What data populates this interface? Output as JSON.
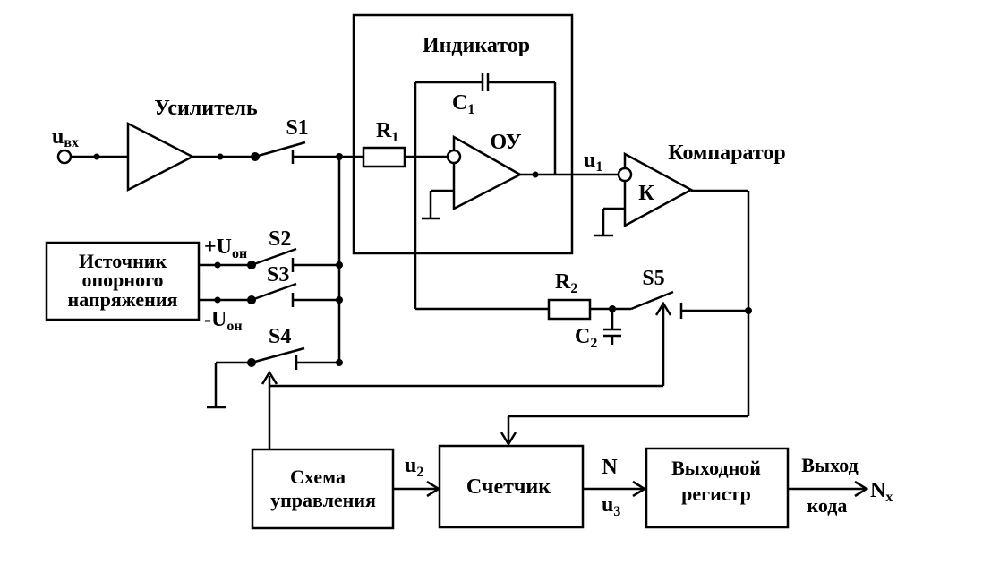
{
  "blocks": {
    "indicator": "Индикатор",
    "amplifier": "Усилитель",
    "comparator": "Компаратор",
    "comparator_k": "К",
    "opamp": "ОУ",
    "reference_line1": "Источник",
    "reference_line2": "опорного",
    "reference_line3": "напряжения",
    "control_line1": "Схема",
    "control_line2": "управления",
    "counter": "Счетчик",
    "register_line1": "Выходной",
    "register_line2": "регистр"
  },
  "labels": {
    "input_u": "u",
    "input_sub": "вх",
    "s1": "S1",
    "s2": "S2",
    "s3": "S3",
    "s4": "S4",
    "s5": "S5",
    "r1": "R",
    "r1_sub": "1",
    "r2": "R",
    "r2_sub": "2",
    "c1": "C",
    "c1_sub": "1",
    "c2": "C",
    "c2_sub": "2",
    "u1": "u",
    "u1_sub": "1",
    "u2": "u",
    "u2_sub": "2",
    "u3": "u",
    "u3_sub": "3",
    "n": "N",
    "plus_u": "+U",
    "plus_u_sub": "он",
    "minus_u": "-U",
    "minus_u_sub": "он",
    "output_line1": "Выход",
    "output_line2": "кода",
    "nx": "N",
    "nx_sub": "x"
  }
}
